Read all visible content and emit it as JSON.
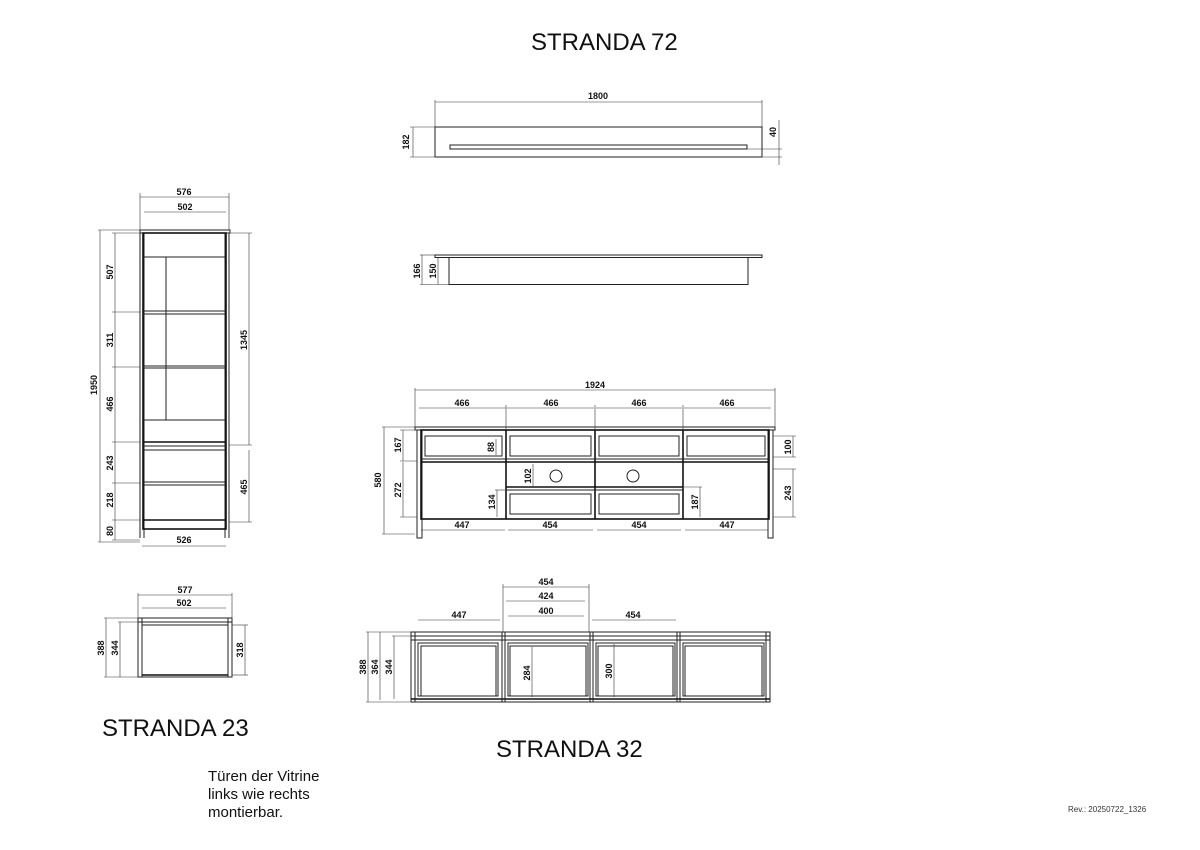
{
  "titles": {
    "stranda72": "STRANDA 72",
    "stranda23": "STRANDA 23",
    "stranda32": "STRANDA 32"
  },
  "note": {
    "line1": "Türen der Vitrine",
    "line2": "links wie rechts",
    "line3": "montierbar."
  },
  "revision": "Rev.: 20250722_1326",
  "shelf_top_view": {
    "width": "1800",
    "depth": "182",
    "slot_offset": "40"
  },
  "shelf_front_view": {
    "height_total": "166",
    "height_body": "150"
  },
  "vitrine": {
    "width_outer": "576",
    "width_inner": "502",
    "width_bottom": "526",
    "height_total": "1950",
    "height_glass": "1345",
    "height_lower": "465",
    "sections": [
      "507",
      "311",
      "466",
      "243",
      "218",
      "80"
    ]
  },
  "vitrine_top_view": {
    "width_outer": "577",
    "width_inner": "502",
    "depth_total": "388",
    "depth_inner": "344",
    "depth_right": "318"
  },
  "lowboard": {
    "width_total": "1924",
    "top_segments": [
      "466",
      "466",
      "466",
      "466"
    ],
    "bottom_segments": [
      "447",
      "454",
      "454",
      "447"
    ],
    "height_total": "580",
    "height_drawer_row": "167",
    "height_lower": "272",
    "drawer_inner": "88",
    "open_compartment": "102",
    "lower_drawer": "134",
    "right_lower_drawer": "187",
    "right_drawer_row": "100",
    "right_lower": "243"
  },
  "lowboard_top_view": {
    "segments": [
      "447",
      "454"
    ],
    "middle_outer": "454",
    "middle_mid": "424",
    "middle_inner": "400",
    "depth_total": "388",
    "depth_mid": "364",
    "depth_inner": "344",
    "inner_depth_a": "284",
    "inner_depth_b": "300"
  }
}
